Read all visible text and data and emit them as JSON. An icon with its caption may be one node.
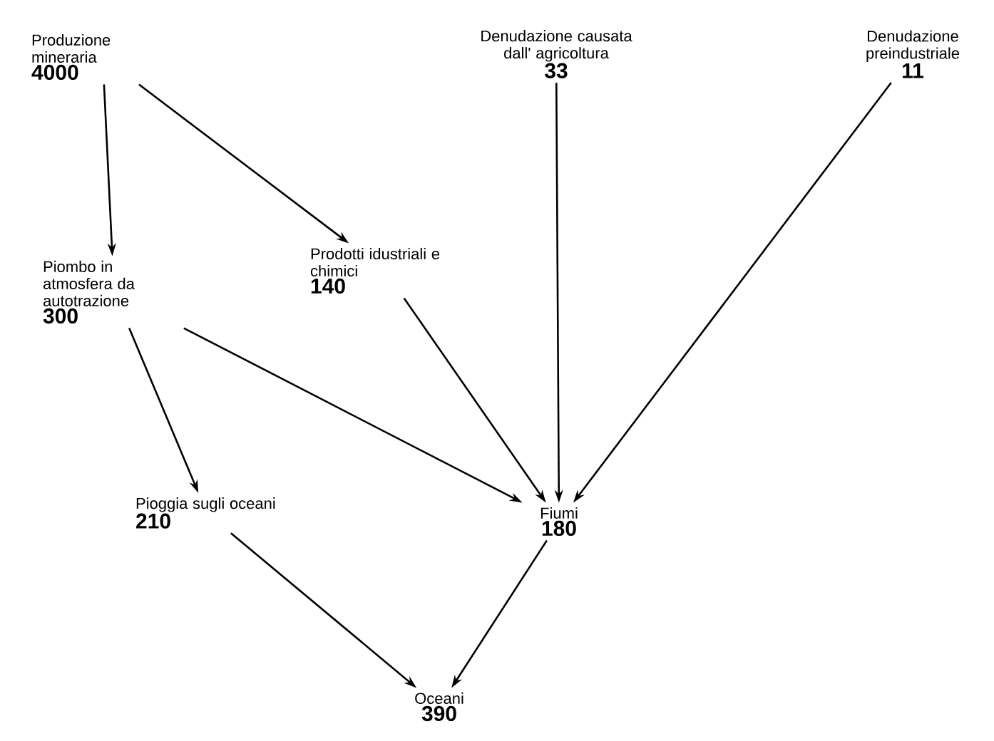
{
  "diagram": {
    "nodes": [
      {
        "text": [
          "Produzione mineraria",
          "4000"
        ]
      },
      {
        "text": [
          "Denudazione causata dall' agricoltura",
          "33"
        ]
      },
      {
        "text": [
          "Denudazione preindustriale",
          "11"
        ]
      },
      {
        "text": [
          "Piombo in atmosfera da autotrazione",
          "300"
        ]
      },
      {
        "text": [
          "Prodotti idustriali e chimici",
          "140"
        ]
      },
      {
        "text": [
          "Pioggia sugli oceani",
          "210"
        ]
      },
      {
        "text": [
          "Fiumi",
          "180"
        ]
      },
      {
        "text": [
          "Oceani",
          "390"
        ]
      }
    ],
    "edges": [
      {
        "from": 0,
        "to": 3,
        "arrow": "to"
      },
      {
        "from": 0,
        "to": 4,
        "arrow": "to"
      },
      {
        "from": 1,
        "to": 6,
        "arrow": "to"
      },
      {
        "from": 2,
        "to": 6,
        "arrow": "to"
      },
      {
        "from": 4,
        "to": 6,
        "arrow": "to"
      },
      {
        "from": 3,
        "to": 6,
        "arrow": "to"
      },
      {
        "from": 3,
        "to": 5,
        "arrow": "to"
      },
      {
        "from": 5,
        "to": 7,
        "arrow": "to"
      },
      {
        "from": 6,
        "to": 7,
        "arrow": "to"
      }
    ]
  }
}
